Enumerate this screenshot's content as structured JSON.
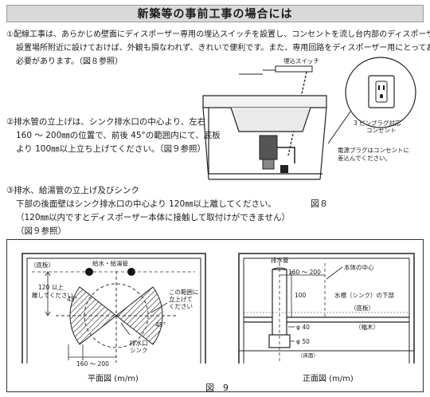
{
  "title": "新築等の事前工事の場合には",
  "section1": {
    "lines": [
      "①配線工事は、あらかじめ壁面にディスポーザー専用の埋込スイッチを設置し、コンセントを流し台内部のディスポーザー",
      "設置場所附近に設けておけば、外観も損なわれず、きれいで便利です。また、専用回路をディスポーザー用にとっておく",
      "必要があります。（図８参照）"
    ]
  },
  "section2": {
    "lines": [
      "②排水管の立上げは、シンク排水口の中心より、左右",
      "160 〜 200㎜の位置で、前後 45°の範囲内にて、底板",
      "より 100㎜以上立ち上げてください。（図９参照）"
    ]
  },
  "section3": {
    "lines": [
      "③排水、給湯管の立上げ及びシンク",
      "下部の後面壁はシンク排水口の中心より 120㎜以上離してください。",
      "（120㎜以内ですとディスポーザー本体に接触して取付けができません）",
      "（図９参照）"
    ]
  },
  "figure8": {
    "switch_label": "埋込スイッチ",
    "outlet_label_1": "3 ピンプラグ対応",
    "outlet_label_2": "コンセント",
    "note_1": "電源プラグはコンセントに",
    "note_2": "差込んでください。",
    "caption": "図８"
  },
  "plan_view": {
    "back_label": "（底板）",
    "pipes_label": "給水・給湯管",
    "distance_label_1": "120 以上",
    "distance_label_2": "離してください",
    "range_label_1": "この範囲に",
    "range_label_2": "立上げて",
    "range_label_3": "ください",
    "angle_left": "45°",
    "angle_right": "45°",
    "width_label": "160 〜 200",
    "drain_label_1": "排水口",
    "drain_label_2": "シンク",
    "caption": "平面図 (m/m)"
  },
  "front_view": {
    "pipe_label": "排水管",
    "center_label": "本体の中心",
    "width_label": "160 〜 200",
    "height_label": "100",
    "sink_bottom_label": "水槽（シンク）の下部",
    "base_label": "（底板）",
    "joist_label": "（幅木）",
    "dia40_label": "φ 40",
    "dia50_label": "φ 50",
    "floor_label": "（床面）",
    "caption": "正面図 (m/m)"
  },
  "figure9_caption": "図　9"
}
